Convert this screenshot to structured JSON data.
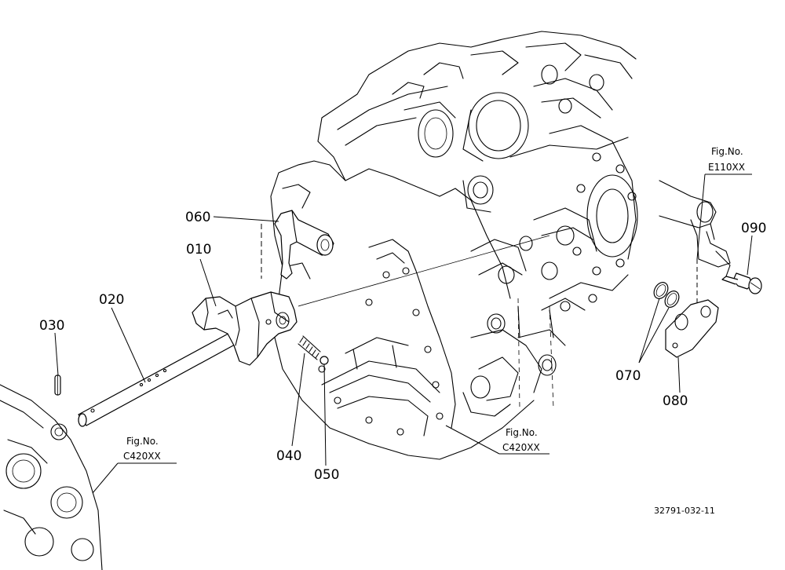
{
  "parts": {
    "p010": "010",
    "p020": "020",
    "p030": "030",
    "p040": "040",
    "p050": "050",
    "p060": "060",
    "p070": "070",
    "p080": "080",
    "p090": "090"
  },
  "references": {
    "ref_e110": {
      "line1": "Fig.No.",
      "line2": "E110XX"
    },
    "ref_c420_left": {
      "line1": "Fig.No.",
      "line2": "C420XX"
    },
    "ref_c420_right": {
      "line1": "Fig.No.",
      "line2": "C420XX"
    }
  },
  "drawing_code": "32791-032-11"
}
